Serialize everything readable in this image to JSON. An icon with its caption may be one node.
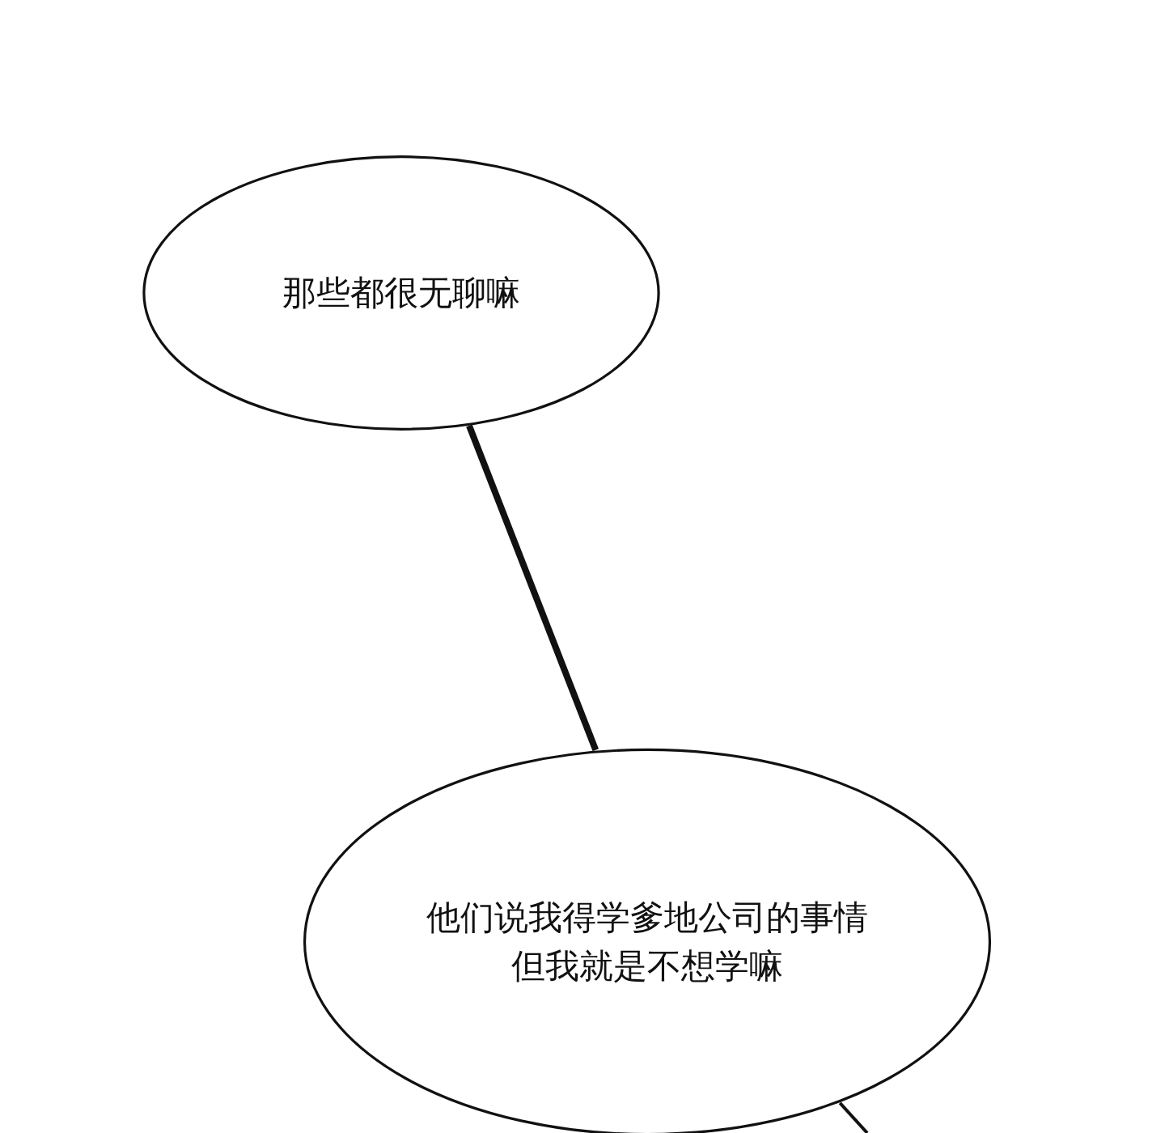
{
  "diagram": {
    "nodes": [
      {
        "text": [
          "那些都很无聊嘛"
        ]
      },
      {
        "text": [
          "他们说我得学爹地公司的事情但我就是不想学嘛"
        ]
      }
    ],
    "edges": [
      {
        "from": 0,
        "to": 1,
        "arrow": "none",
        "style": "thick"
      },
      {
        "from": 1,
        "to": null,
        "arrow": "none"
      }
    ]
  }
}
